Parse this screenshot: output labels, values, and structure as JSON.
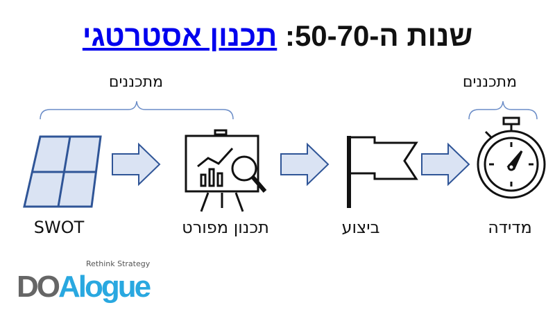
{
  "title": {
    "prefix": "שנות ה-50-70:",
    "link": "תכנון אסטרטגי"
  },
  "groups": [
    {
      "label": "מתכננים"
    },
    {
      "label": "מתכננים"
    }
  ],
  "steps": [
    {
      "label": "SWOT",
      "icon": "swot-grid-icon"
    },
    {
      "label": "תכנון מפורט",
      "icon": "presentation-board-icon"
    },
    {
      "label": "ביצוע",
      "icon": "flag-icon"
    },
    {
      "label": "מדידה",
      "icon": "stopwatch-icon"
    }
  ],
  "logo": {
    "text": "DOAlogue",
    "tagline": "Rethink Strategy"
  },
  "colors": {
    "link": "#0000ee",
    "arrow_fill": "#dae3f3",
    "arrow_stroke": "#2f5597",
    "grid_fill": "#dae3f3",
    "logo_blue": "#29a8e0",
    "logo_gray": "#666666"
  }
}
